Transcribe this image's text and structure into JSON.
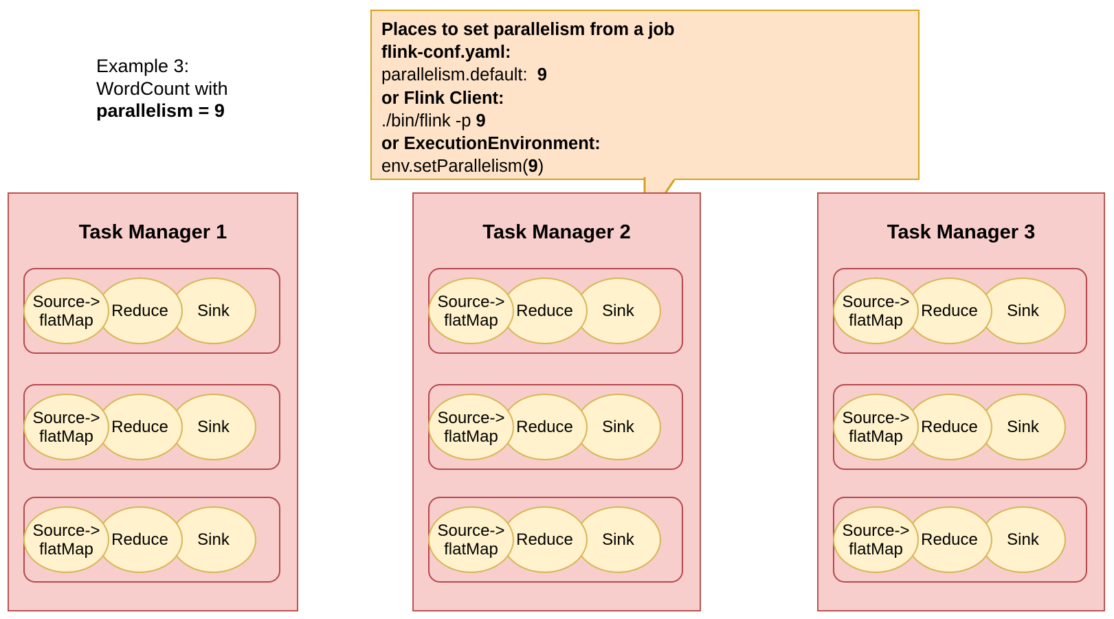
{
  "example_label": {
    "lines": [
      "Example 3:",
      "WordCount with",
      "parallelism = 9"
    ],
    "bold_line_index": 2
  },
  "callout": {
    "title": "Places to set parallelism from a job",
    "lines": [
      {
        "text": "Places to set parallelism from a job",
        "bold": true
      },
      {
        "text": "flink-conf.yaml:",
        "bold": true
      },
      {
        "text": "parallelism.default:  9",
        "bold": false
      },
      {
        "text": "or Flink Client:",
        "bold": true
      },
      {
        "text": "./bin/flink -p 9",
        "bold": false
      },
      {
        "text": "or ExecutionEnvironment:",
        "bold": true
      },
      {
        "text": "env.setParallelism(9)",
        "bold": false
      }
    ],
    "fill_color": "#ffe3c9",
    "border_color": "#d6a21c"
  },
  "panels": [
    {
      "title": "Task Manager 1",
      "slots": [
        {
          "tasks": [
            "Source->\nflatMap",
            "Reduce",
            "Sink"
          ]
        },
        {
          "tasks": [
            "Source->\nflatMap",
            "Reduce",
            "Sink"
          ]
        },
        {
          "tasks": [
            "Source->\nflatMap",
            "Reduce",
            "Sink"
          ]
        }
      ]
    },
    {
      "title": "Task Manager 2",
      "slots": [
        {
          "tasks": [
            "Source->\nflatMap",
            "Reduce",
            "Sink"
          ]
        },
        {
          "tasks": [
            "Source->\nflatMap",
            "Reduce",
            "Sink"
          ]
        },
        {
          "tasks": [
            "Source->\nflatMap",
            "Reduce",
            "Sink"
          ]
        }
      ]
    },
    {
      "title": "Task Manager 3",
      "slots": [
        {
          "tasks": [
            "Source->\nflatMap",
            "Reduce",
            "Sink"
          ]
        },
        {
          "tasks": [
            "Source->\nflatMap",
            "Reduce",
            "Sink"
          ]
        },
        {
          "tasks": [
            "Source->\nflatMap",
            "Reduce",
            "Sink"
          ]
        }
      ]
    }
  ],
  "colors": {
    "panel_fill": "#f8cecc",
    "panel_border": "#b85450",
    "slot_border": "#b5474d",
    "task_fill": "#fff2cc",
    "task_border": "#d6b656",
    "callout_fill": "#ffe3c9",
    "callout_border": "#d6a21c",
    "background": "#ffffff"
  },
  "parallelism": 9
}
